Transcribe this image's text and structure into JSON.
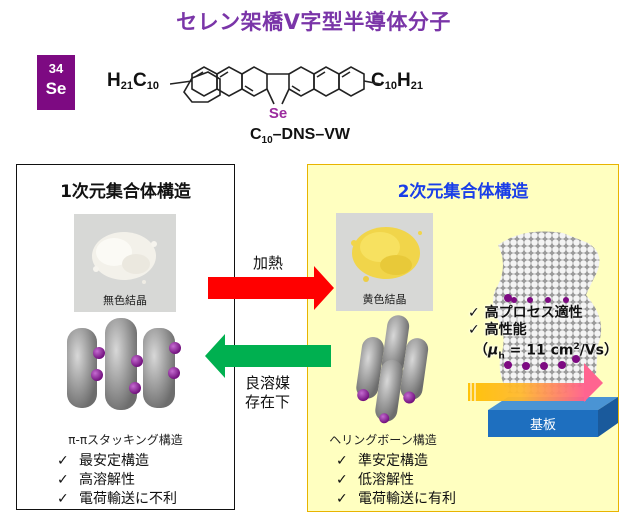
{
  "title": "セレン架橋V字型半導体分子",
  "element_badge": {
    "number": "34",
    "symbol": "Se",
    "color": "#7d0a82"
  },
  "molecule": {
    "left_chain": {
      "a": "H",
      "a_sub": "21",
      "b": "C",
      "b_sub": "10"
    },
    "right_chain": {
      "a": "C",
      "a_sub": "10",
      "b": "H",
      "b_sub": "21"
    },
    "heteroatom": "Se",
    "heteroatom_color": "#9b2b9e",
    "name": {
      "prefix": "C",
      "sub": "10",
      "suffix": "–DNS–VW"
    }
  },
  "left_panel": {
    "heading": "1次元集合体構造",
    "photo_caption": "無色結晶",
    "structure_caption": "π-πスタッキング構造",
    "checks": [
      "最安定構造",
      "高溶解性",
      "電荷輸送に不利"
    ],
    "check_mark": "✓"
  },
  "right_panel": {
    "heading": "2次元集合体構造",
    "heading_color": "#1a3ee8",
    "photo_caption": "黄色結晶",
    "structure_caption": "ヘリングボーン構造",
    "checks": [
      "準安定構造",
      "低溶解性",
      "電荷輸送に有利"
    ],
    "check_mark": "✓",
    "features": [
      "高プロセス適性",
      "高性能"
    ],
    "mobility": {
      "open": "（",
      "mu": "μ",
      "mu_sub": "h",
      "eq": " = 11 cm",
      "sup": "2",
      "unit": "/Vs）"
    },
    "substrate_label": "基板"
  },
  "arrows": {
    "forward": {
      "label": "加熱",
      "color": "#ff0000"
    },
    "backward": {
      "label_line1": "良溶媒",
      "label_line2": "存在下",
      "color": "#00b050"
    }
  }
}
